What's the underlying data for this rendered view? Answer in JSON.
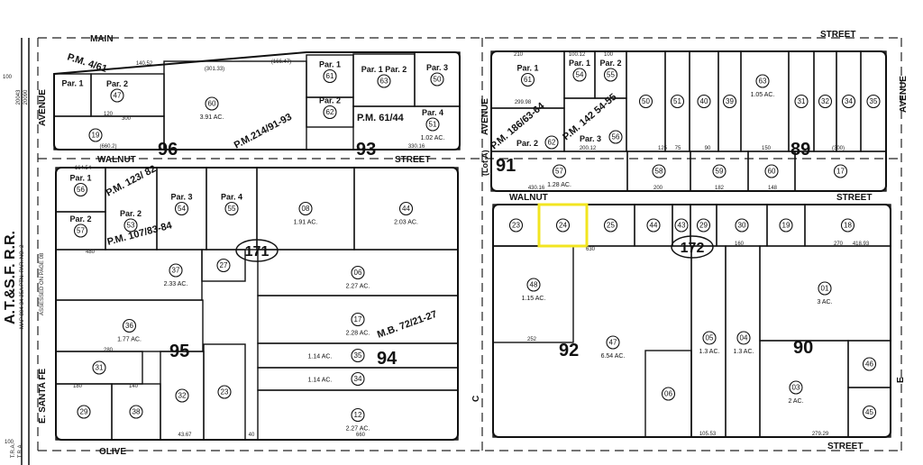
{
  "streets": {
    "main": "MAIN",
    "street_top_right": "STREET",
    "walnut_left": "WALNUT",
    "walnut_street_left": "STREET",
    "walnut_right": "WALNUT",
    "walnut_street_right": "STREET",
    "olive": "OLIVE",
    "street_bottom_right": "STREET",
    "avenue_left": "AVENUE",
    "avenue_mid": "AVENUE",
    "avenue_right": "AVENUE",
    "lot_a": "(Lot A)",
    "c": "C",
    "e": "E",
    "santa_fe": "E. SANTA FE"
  },
  "side_labels": {
    "railroad": "A.T.&S.F. R.R.",
    "map_ref": "MAP 804-34-25A PTN. PAR. NO. 2",
    "assessed": "ASSESSED ON PAGE 08",
    "tra1": "T.R.A.",
    "tra2": "T.R.A.",
    "code1": "20043",
    "code2": "20090",
    "dim_100a": "100",
    "dim_100b": "100"
  },
  "block_numbers": [
    "96",
    "93",
    "91",
    "89",
    "95",
    "94",
    "92",
    "90"
  ],
  "map_pages": [
    "171",
    "172"
  ],
  "parcel_maps": [
    "P.M. 4/61",
    "P.M.214/91-93",
    "P.M. 61/44",
    "P.M. 186/63-64",
    "P.M. 142 54-55",
    "P.M. 123/ 82",
    "P.M. 107/83-84",
    "M.B. 72/21-27"
  ],
  "highlight_color": "#f2e520",
  "parcels": [
    {
      "num": "47",
      "par": "Par. 2",
      "acres": ""
    },
    {
      "num": "",
      "par": "Par. 1",
      "acres": ""
    },
    {
      "num": "19",
      "par": "",
      "acres": ""
    },
    {
      "num": "60",
      "par": "",
      "acres": "3.91 AC."
    },
    {
      "num": "61",
      "par": "Par. 1",
      "acres": ""
    },
    {
      "num": "62",
      "par": "Par. 2",
      "acres": ""
    },
    {
      "num": "63",
      "par": "Par. 1   Par. 2",
      "acres": ""
    },
    {
      "num": "50",
      "par": "Par. 3",
      "acres": ""
    },
    {
      "num": "51",
      "par": "Par. 4",
      "acres": "1.02 AC."
    },
    {
      "num": "61",
      "par": "Par. 1",
      "acres": ""
    },
    {
      "num": "62",
      "par": "Par. 2",
      "acres": ""
    },
    {
      "num": "54",
      "par": "Par. 1",
      "acres": ""
    },
    {
      "num": "55",
      "par": "Par. 2",
      "acres": ""
    },
    {
      "num": "56",
      "par": "Par. 3",
      "acres": ""
    },
    {
      "num": "50",
      "par": "",
      "acres": ""
    },
    {
      "num": "51",
      "par": "",
      "acres": ""
    },
    {
      "num": "40",
      "par": "",
      "acres": ""
    },
    {
      "num": "39",
      "par": "",
      "acres": ""
    },
    {
      "num": "63",
      "par": "",
      "acres": "1.05 AC."
    },
    {
      "num": "31",
      "par": "",
      "acres": ""
    },
    {
      "num": "32",
      "par": "",
      "acres": ""
    },
    {
      "num": "34",
      "par": "",
      "acres": ""
    },
    {
      "num": "35",
      "par": "",
      "acres": ""
    },
    {
      "num": "57",
      "par": "",
      "acres": "1.28 AC."
    },
    {
      "num": "58",
      "par": "",
      "acres": ""
    },
    {
      "num": "59",
      "par": "",
      "acres": ""
    },
    {
      "num": "60",
      "par": "",
      "acres": ""
    },
    {
      "num": "17",
      "par": "",
      "acres": ""
    },
    {
      "num": "56",
      "par": "Par. 1",
      "acres": ""
    },
    {
      "num": "57",
      "par": "Par. 2",
      "acres": ""
    },
    {
      "num": "53",
      "par": "Par. 2",
      "acres": ""
    },
    {
      "num": "54",
      "par": "Par. 3",
      "acres": ""
    },
    {
      "num": "55",
      "par": "Par. 4",
      "acres": ""
    },
    {
      "num": "08",
      "par": "",
      "acres": "1.91 AC."
    },
    {
      "num": "44",
      "par": "",
      "acres": "2.03 AC."
    },
    {
      "num": "37",
      "par": "",
      "acres": "2.33 AC."
    },
    {
      "num": "27",
      "par": "",
      "acres": ""
    },
    {
      "num": "36",
      "par": "",
      "acres": "1.77 AC."
    },
    {
      "num": "31",
      "par": "",
      "acres": ""
    },
    {
      "num": "29",
      "par": "",
      "acres": ""
    },
    {
      "num": "38",
      "par": "",
      "acres": ""
    },
    {
      "num": "32",
      "par": "",
      "acres": ""
    },
    {
      "num": "23",
      "par": "",
      "acres": ""
    },
    {
      "num": "06",
      "par": "",
      "acres": "2.27 AC."
    },
    {
      "num": "17",
      "par": "",
      "acres": "2.28 AC."
    },
    {
      "num": "35",
      "par": "",
      "acres": "1.14 AC."
    },
    {
      "num": "34",
      "par": "",
      "acres": "1.14 AC."
    },
    {
      "num": "12",
      "par": "",
      "acres": "2.27 AC."
    },
    {
      "num": "23",
      "par": "",
      "acres": ""
    },
    {
      "num": "24",
      "par": "",
      "acres": "",
      "highlighted": true
    },
    {
      "num": "25",
      "par": "",
      "acres": ""
    },
    {
      "num": "44",
      "par": "",
      "acres": ""
    },
    {
      "num": "43",
      "par": "",
      "acres": ""
    },
    {
      "num": "29",
      "par": "",
      "acres": ""
    },
    {
      "num": "30",
      "par": "",
      "acres": ""
    },
    {
      "num": "19",
      "par": "",
      "acres": ""
    },
    {
      "num": "18",
      "par": "",
      "acres": ""
    },
    {
      "num": "48",
      "par": "",
      "acres": "1.15 AC."
    },
    {
      "num": "47",
      "par": "",
      "acres": "6.54 AC."
    },
    {
      "num": "06",
      "par": "",
      "acres": ""
    },
    {
      "num": "05",
      "par": "",
      "acres": "1.3 AC."
    },
    {
      "num": "04",
      "par": "",
      "acres": "1.3 AC."
    },
    {
      "num": "01",
      "par": "",
      "acres": "3 AC."
    },
    {
      "num": "03",
      "par": "",
      "acres": "2 AC."
    },
    {
      "num": "46",
      "par": "",
      "acres": ""
    },
    {
      "num": "45",
      "par": "",
      "acres": ""
    }
  ],
  "dimensions": [
    "120",
    "300",
    "140.52",
    "(301.33)",
    "(166.47)",
    "(660.2)",
    "330.16",
    "210",
    "100.12",
    "100",
    "299.98",
    "200.12",
    "125",
    "75",
    "90",
    "150",
    "430.16",
    "200",
    "182",
    "148",
    "(300)",
    "164.54",
    "480",
    "280",
    "180",
    "140",
    "43.67",
    "40",
    "660",
    "630",
    "418.93",
    "270",
    "160",
    "252",
    "105.53",
    "279.29"
  ]
}
